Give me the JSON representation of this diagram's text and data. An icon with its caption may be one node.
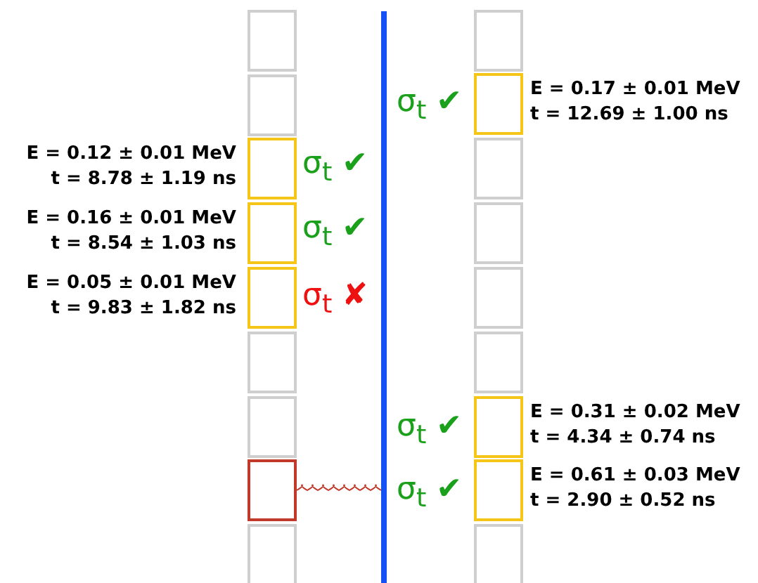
{
  "diagram": {
    "nodes": [
      {
        "text": [],
        "shape": "box"
      },
      {
        "text": [],
        "shape": "box"
      },
      {
        "text": [],
        "shape": "box",
        "beside": [
          "E = 0.12 ± 0.01 MeV",
          "t = 8.78 ± 1.19 ns"
        ]
      },
      {
        "text": [],
        "shape": "box",
        "beside": [
          "E = 0.16 ± 0.01 MeV",
          "t = 8.54 ± 1.03 ns"
        ]
      },
      {
        "text": [],
        "shape": "box",
        "beside": [
          "E = 0.05 ± 0.01 MeV",
          "t = 9.83 ± 1.82 ns"
        ]
      },
      {
        "text": [],
        "shape": "box"
      },
      {
        "text": [],
        "shape": "box"
      },
      {
        "text": [],
        "shape": "box"
      },
      {
        "text": [],
        "shape": "box"
      },
      {
        "text": [],
        "shape": "bar"
      },
      {
        "text": [],
        "shape": "box"
      },
      {
        "text": [],
        "shape": "box",
        "beside": [
          "E = 0.17 ± 0.01 MeV",
          "t = 12.69 ± 1.00 ns"
        ]
      },
      {
        "text": [],
        "shape": "box"
      },
      {
        "text": [],
        "shape": "box"
      },
      {
        "text": [],
        "shape": "box"
      },
      {
        "text": [],
        "shape": "box"
      },
      {
        "text": [],
        "shape": "box",
        "beside": [
          "E = 0.31 ± 0.02 MeV",
          "t = 4.34 ± 0.74 ns"
        ]
      },
      {
        "text": [],
        "shape": "box",
        "beside": [
          "E = 0.61 ± 0.03 MeV",
          "t = 2.90 ± 0.52 ns"
        ]
      },
      {
        "text": [],
        "shape": "box"
      }
    ],
    "edges": [
      {
        "from": 7,
        "to": 9,
        "arrow": "none",
        "color": "#c0392b"
      }
    ],
    "labels": [
      "σ$_{t}$ ✔",
      "σ$_{t}$ ✔",
      "σ$_{t}$ ✔",
      "σ$_{t}$ ✘",
      "σ$_{t}$ ✔",
      "σ$_{t}$ ✔"
    ]
  }
}
